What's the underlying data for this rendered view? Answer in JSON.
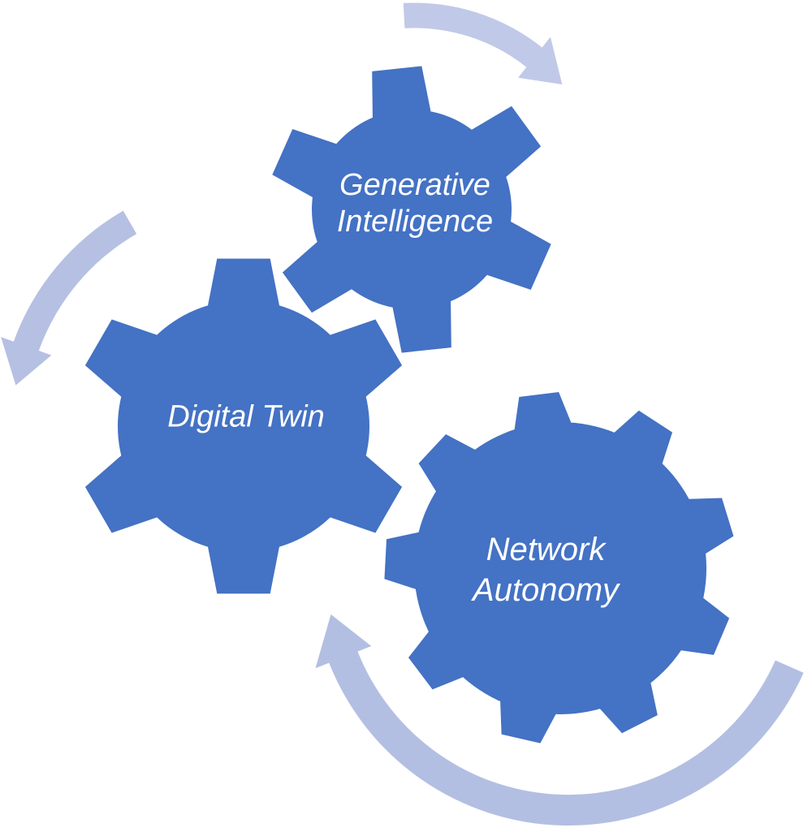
{
  "diagram": {
    "background_color": "#FFFFFF",
    "gears": [
      {
        "name": "generative-intelligence",
        "label_lines": [
          "Generative",
          "Intelligence"
        ],
        "fill": "#4472C4",
        "text_color": "#FFFFFF"
      },
      {
        "name": "digital-twin",
        "label_lines": [
          "Digital Twin"
        ],
        "fill": "#4472C4",
        "text_color": "#FFFFFF"
      },
      {
        "name": "network-autonomy",
        "label_lines": [
          "Network",
          "Autonomy"
        ],
        "fill": "#4472C4",
        "text_color": "#FFFFFF"
      }
    ],
    "arrows": [
      {
        "name": "rotation-arrow-top-right",
        "direction": "clockwise",
        "color": "#C0C9E8"
      },
      {
        "name": "rotation-arrow-left",
        "direction": "downward",
        "color": "#B5C0E3"
      },
      {
        "name": "rotation-arrow-bottom",
        "direction": "counterclockwise",
        "color": "#B3BFE2"
      }
    ]
  }
}
